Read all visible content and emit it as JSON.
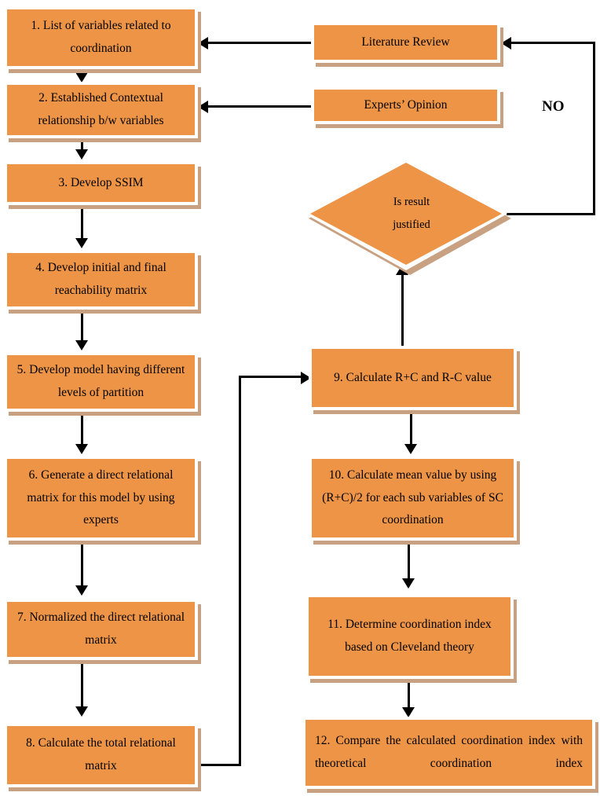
{
  "diagram": {
    "title": "Research methodology flowchart (ISM and DEMATEL for supply chain coordination)",
    "type": "flowchart",
    "accent_color": "#ED9447",
    "border_color": "#FFFFFF",
    "shadow_color": "#C8A183",
    "connector_color": "#000000"
  },
  "nodes": {
    "step1": "1. List of variables related to coordination",
    "step2": "2. Established Contextual relationship b/w variables",
    "step3": "3. Develop SSIM",
    "step4": "4. Develop initial and final reachability matrix",
    "step5": "5. Develop model having different levels of partition",
    "step6": "6. Generate a direct relational matrix for this model by using experts",
    "step7": "7. Normalized the direct relational matrix",
    "step8": "8. Calculate the total relational matrix",
    "step9": "9. Calculate R+C and R-C value",
    "step10": "10. Calculate mean value by using (R+C)/2 for each sub variables of SC coordination",
    "step11": "11. Determine coordination index based on Cleveland theory",
    "step12": "12. Compare the calculated coordination index with theoretical coordination index",
    "literature_review": "Literature Review",
    "experts_opinion": "Experts’ Opinion"
  },
  "decision": {
    "line1": "Is result",
    "line2": "justified"
  },
  "edge_labels": {
    "no": "NO"
  }
}
